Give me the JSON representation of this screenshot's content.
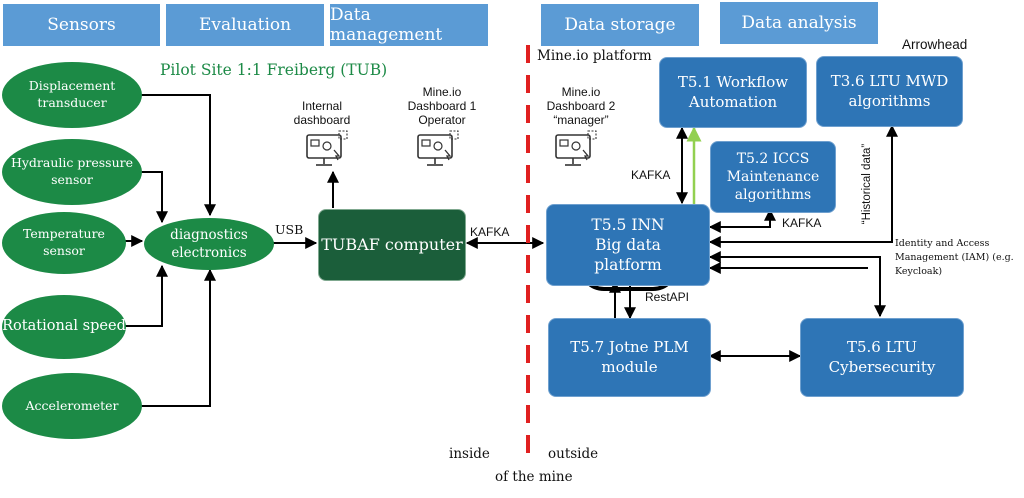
{
  "headers": [
    "Sensors",
    "Evaluation",
    "Data management",
    "Data storage",
    "Data analysis"
  ],
  "pilot_site": "Pilot Site 1:1 Freiberg (TUB)",
  "sensors": [
    "Displacement transducer",
    "Hydraulic pressure sensor",
    "Temperature sensor",
    "Rotational speed",
    "Accelerometer"
  ],
  "diagnostics": "diagnostics electronics",
  "tubaf": "TUBAF computer",
  "dashboards": [
    "Internal dashboard",
    "Mine.io Dashboard 1 Operator",
    "Mine.io Dashboard 2 “manager”"
  ],
  "platform_label": "Mine.io platform",
  "arrowhead_label": "Arrowhead",
  "blocks": {
    "t51": "T5.1 Workflow Automation",
    "t36": "T3.6 LTU MWD  algorithms",
    "t52": "T5.2 ICCS Maintenance algorithms",
    "t55": "T5.5 INN Big data platform",
    "t57": "T5.7 Jotne PLM module",
    "t56": "T5.6 LTU Cybersecurity"
  },
  "connections": {
    "usb": "USB",
    "kafka_main": "KAFKA",
    "kafka_t51": "KAFKA",
    "kafka_t52": "KAFKA",
    "restapi": "RestAPI",
    "historical": "“Historical data”",
    "iam": "Identity and Access Management (IAM) (e.g. Keycloak)"
  },
  "boundary": {
    "inside": "inside",
    "outside": "outside",
    "of_the_mine": "of the mine"
  }
}
